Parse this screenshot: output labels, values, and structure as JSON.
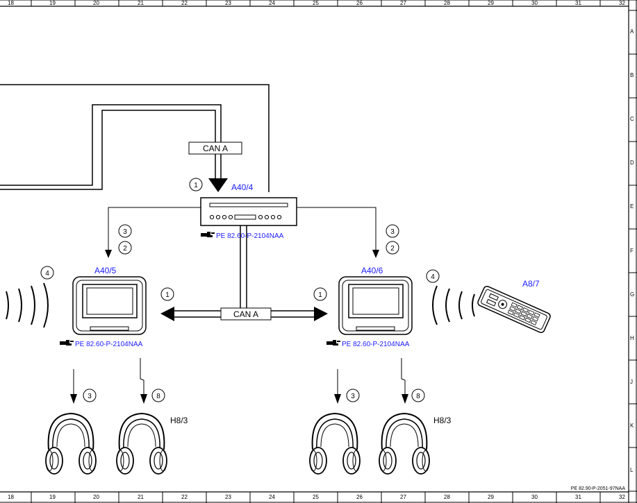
{
  "border": {
    "columns": [
      "18",
      "19",
      "20",
      "21",
      "22",
      "23",
      "24",
      "25",
      "26",
      "27",
      "28",
      "29",
      "30",
      "31",
      "32"
    ],
    "rows": [
      "A",
      "B",
      "C",
      "D",
      "E",
      "F",
      "G",
      "H",
      "J",
      "K",
      "L"
    ]
  },
  "bus_label_top": "CAN A",
  "bus_label_middle": "CAN A",
  "components": {
    "dvd_player": {
      "id": "A40/4",
      "ref": "PE 82.60-P-2104NAA"
    },
    "display_left": {
      "id": "A40/5",
      "ref": "PE 82.60-P-2104NAA"
    },
    "display_right": {
      "id": "A40/6",
      "ref": "PE 82.60-P-2104NAA"
    },
    "remote_control": {
      "id": "A8/7"
    },
    "headphones_left": {
      "id": "H8/3"
    },
    "headphones_right": {
      "id": "H8/3"
    }
  },
  "signal_numbers": {
    "dvd_input": "1",
    "left_top_a": "3",
    "left_top_b": "2",
    "right_top_a": "3",
    "right_top_b": "2",
    "left_wireless": "4",
    "right_wireless": "4",
    "can_left": "1",
    "can_right": "1",
    "left_audio_wired": "3",
    "left_audio_wireless": "8",
    "right_audio_wired": "3",
    "right_audio_wireless": "8"
  },
  "document_number": "PE 82.90-P-2051-97NAA"
}
